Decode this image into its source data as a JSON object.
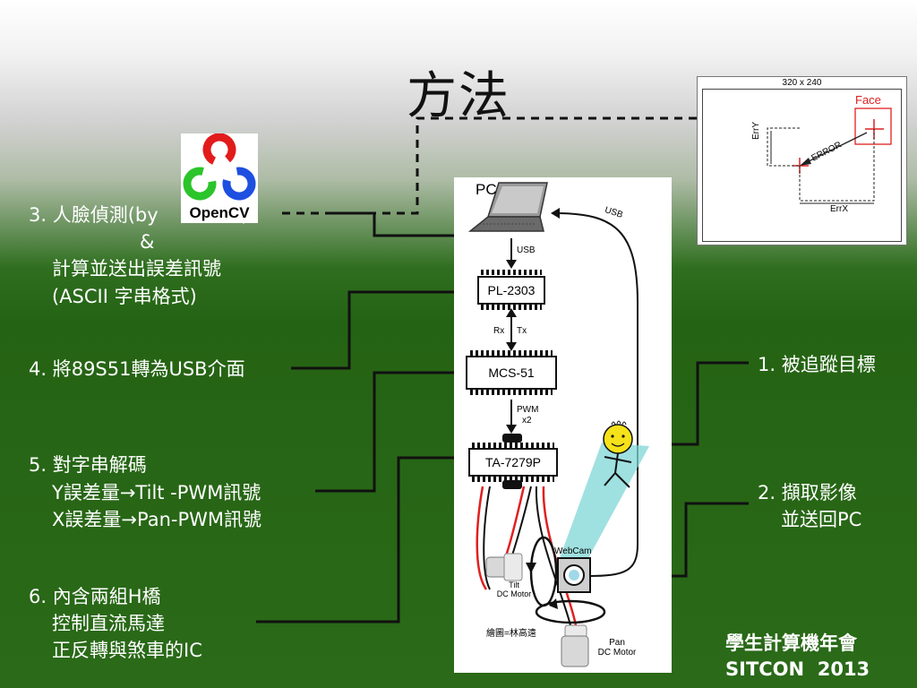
{
  "slide": {
    "title": "方法",
    "footer_org": "學生計算機年會",
    "footer_event": "SITCON  2013"
  },
  "steps": {
    "s3_line1_prefix": "3. 人臉偵測(by ",
    "s3_line1_suffix": ")",
    "s3_line2": "&",
    "s3_line3": "計算並送出誤差訊號",
    "s3_line4": "(ASCII 字串格式)",
    "s4": "4. 將89S51轉為USB介面",
    "s5_line1": "5. 對字串解碼",
    "s5_line2": "Y誤差量→Tilt -PWM訊號",
    "s5_line3": "X誤差量→Pan-PWM訊號",
    "s6_line1": "6. 內含兩組H橋",
    "s6_line2": "控制直流馬達",
    "s6_line3": "正反轉與煞車的IC",
    "s1": "1. 被追蹤目標",
    "s2_line1": "2. 擷取影像",
    "s2_line2": "並送回PC"
  },
  "logo": {
    "text": "OpenCV"
  },
  "diagram": {
    "pc_label": "PC",
    "usb_label": "USB",
    "usb_curve_label": "USB",
    "chip1": "PL-2303",
    "rx": "Rx",
    "tx": "Tx",
    "chip2": "MCS-51",
    "pwm": "PWM",
    "x2": "x2",
    "chip3": "TA-7279P",
    "webcam": "WebCam",
    "tilt_line1": "Tilt",
    "tilt_line2": "DC Motor",
    "pan_line1": "Pan",
    "pan_line2": "DC Motor",
    "credit": "繪圖=林高遠"
  },
  "face_frame": {
    "resolution": "320 x 240",
    "face": "Face",
    "erry": "ErrY",
    "errx": "ErrX",
    "error": "ERROR"
  },
  "colors": {
    "green_bg": "#2a6a18",
    "face_red": "#e02020",
    "beam": "#7fd6d6"
  }
}
